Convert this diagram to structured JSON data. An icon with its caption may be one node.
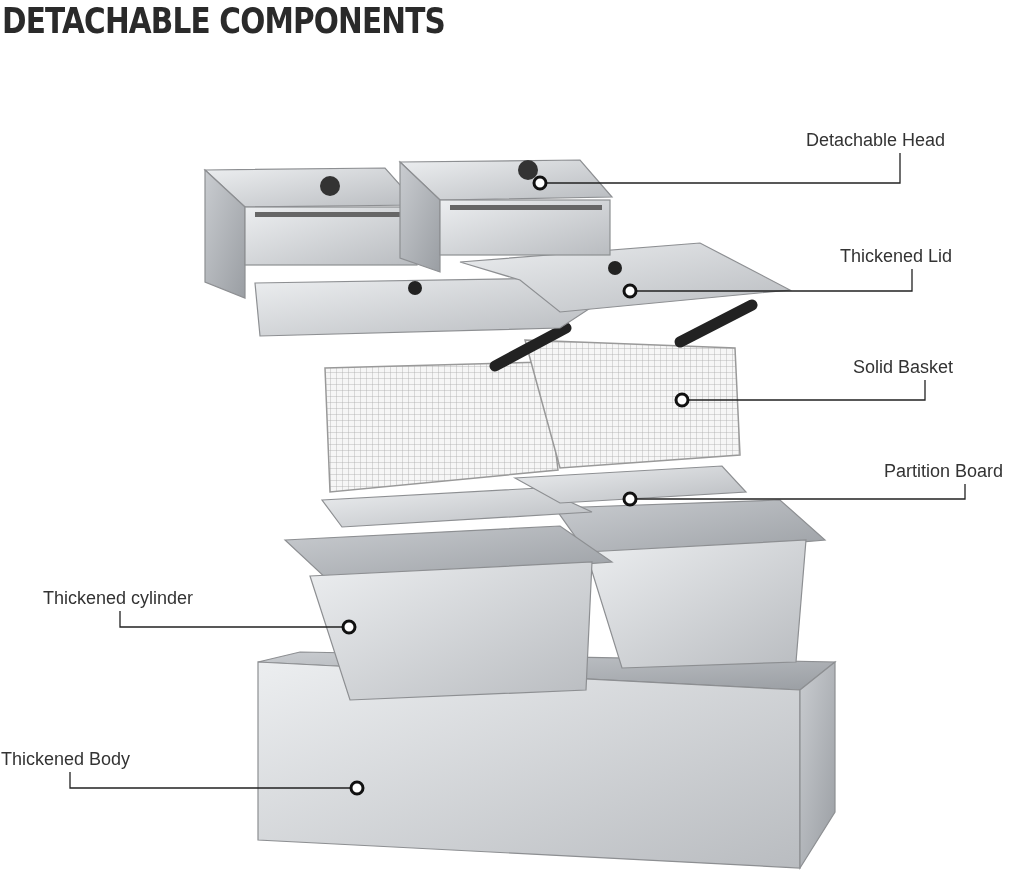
{
  "diagram": {
    "title": "DETACHABLE COMPONENTS",
    "nodes": [
      {
        "text": [
          "Detachable Head"
        ]
      },
      {
        "text": [],
        "shape": "picture"
      },
      {
        "text": [
          "Thickened Lid"
        ]
      },
      {
        "text": [],
        "shape": "picture"
      },
      {
        "text": [
          "Solid Basket"
        ]
      },
      {
        "text": [],
        "shape": "picture"
      },
      {
        "text": [
          "Partition Board"
        ]
      },
      {
        "text": [],
        "shape": "picture"
      },
      {
        "text": [
          "Thickened cylinder"
        ]
      },
      {
        "text": [],
        "shape": "picture"
      },
      {
        "text": [
          "Thickened Body"
        ]
      },
      {
        "text": [],
        "shape": "picture"
      }
    ],
    "edges": [
      {
        "from": 0,
        "to": 1,
        "arrow": "other"
      },
      {
        "from": 2,
        "to": 3,
        "arrow": "other"
      },
      {
        "from": 4,
        "to": 5,
        "arrow": "other"
      },
      {
        "from": 6,
        "to": 7,
        "arrow": "other"
      },
      {
        "from": 8,
        "to": 9,
        "arrow": "other"
      },
      {
        "from": 10,
        "to": 11,
        "arrow": "other"
      }
    ]
  }
}
